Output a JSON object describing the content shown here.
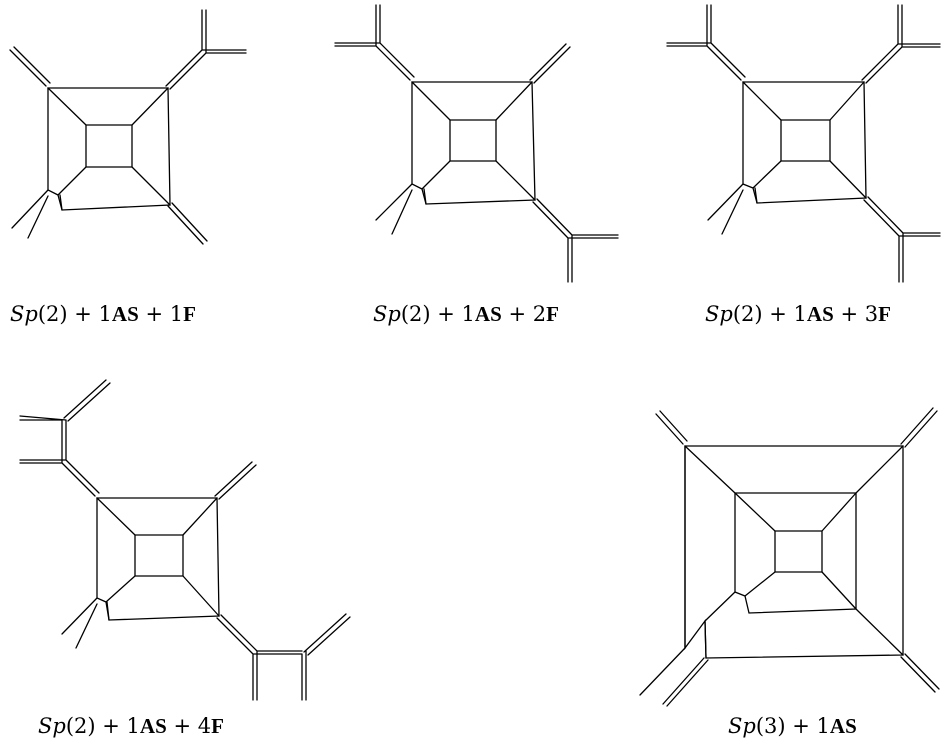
{
  "captions": {
    "d1": {
      "group": "Sp",
      "rank": "(2)",
      "plus1": " + 1",
      "as": "AS",
      "plus2": " + 1",
      "f": "F"
    },
    "d2": {
      "group": "Sp",
      "rank": "(2)",
      "plus1": " + 1",
      "as": "AS",
      "plus2": " + 2",
      "f": "F"
    },
    "d3": {
      "group": "Sp",
      "rank": "(2)",
      "plus1": " + 1",
      "as": "AS",
      "plus2": " + 3",
      "f": "F"
    },
    "d4": {
      "group": "Sp",
      "rank": "(2)",
      "plus1": " + 1",
      "as": "AS",
      "plus2": " + 4",
      "f": "F"
    },
    "d5": {
      "group": "Sp",
      "rank": "(3)",
      "plus1": " + 1",
      "as": "AS"
    }
  }
}
